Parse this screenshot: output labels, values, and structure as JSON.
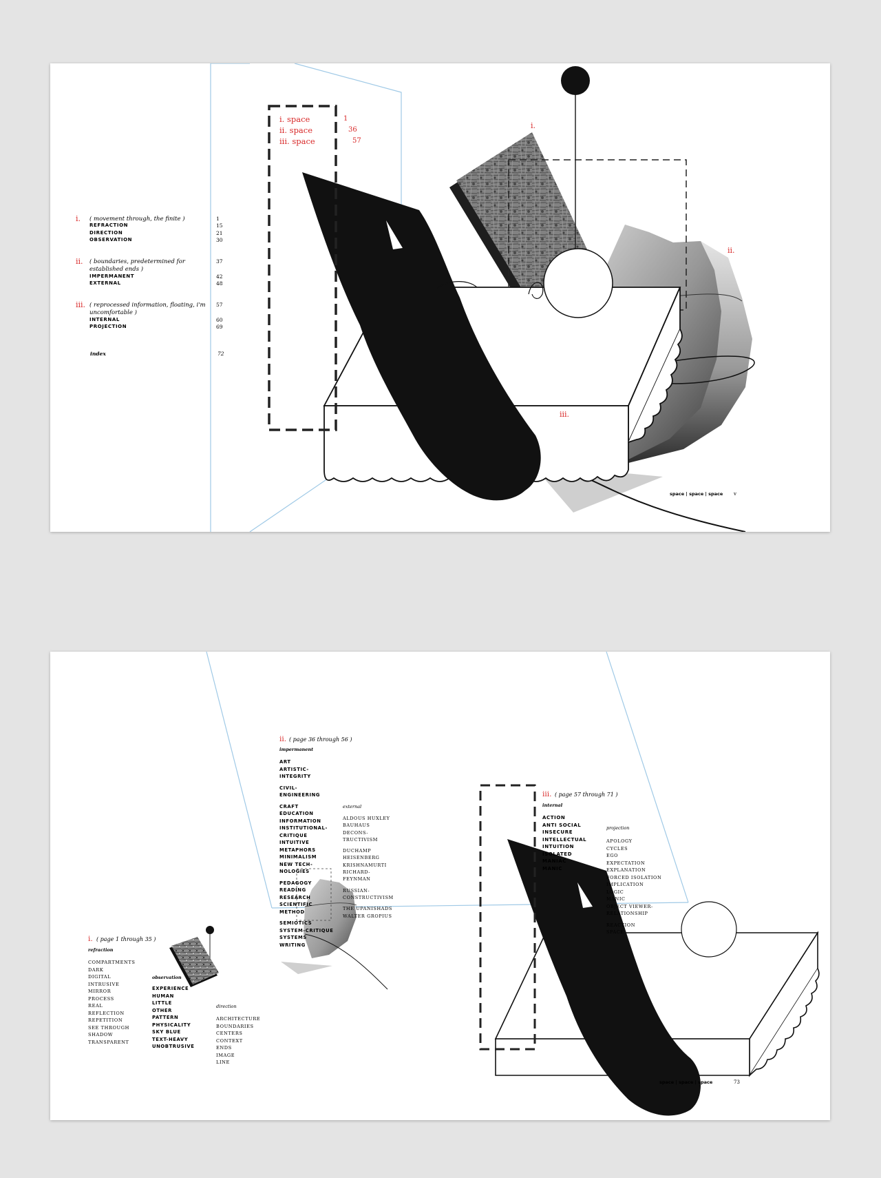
{
  "toc_page": {
    "box": {
      "rows": [
        {
          "label": "i. space",
          "page": "1"
        },
        {
          "label": "ii. space",
          "page": "36"
        },
        {
          "label": "iii. space",
          "page": "57"
        }
      ]
    },
    "sections": [
      {
        "numeral": "i.",
        "description": "( movement through, the finite )",
        "description_line2": "",
        "page": "1",
        "items": [
          {
            "label": "REFRACTION",
            "page": "15"
          },
          {
            "label": "DIRECTION",
            "page": "21"
          },
          {
            "label": "OBSERVATION",
            "page": "30"
          }
        ]
      },
      {
        "numeral": "ii.",
        "description": "( boundaries, predetermined for",
        "description_line2": "established ends )",
        "page": "37",
        "items": [
          {
            "label": "IMPERMANENT",
            "page": "42"
          },
          {
            "label": "EXTERNAL",
            "page": "48"
          }
        ]
      },
      {
        "numeral": "iii.",
        "description": "( reprocessed information, floating, i'm",
        "description_line2": "uncomfortable )",
        "page": "57",
        "items": [
          {
            "label": "INTERNAL",
            "page": "60"
          },
          {
            "label": "PROJECTION",
            "page": "69"
          }
        ]
      }
    ],
    "index": {
      "label": "index",
      "page": "72"
    },
    "art_labels": {
      "one": "i.",
      "two": "ii.",
      "three": "iii."
    },
    "footer": {
      "text": "space | space | space",
      "folio": "v"
    }
  },
  "index_page": {
    "section_i": {
      "numeral": "i.",
      "heading": "( page 1 through 35 )",
      "refraction": {
        "title": "refraction",
        "items": [
          "COMPARTMENTS",
          "DARK",
          "DIGITAL",
          "INTRUSIVE",
          "MIRROR",
          "PROCESS",
          "REAL",
          "REFLECTION",
          "REPETITION",
          "SEE THROUGH",
          "SHADOW",
          "TRANSPARENT"
        ]
      },
      "observation": {
        "title": "observation",
        "items": [
          "EXPERIENCE",
          "HUMAN",
          "LITTLE",
          "OTHER",
          "PATTERN",
          "PHYSICALITY",
          "SKY BLUE",
          "TEXT-HEAVY",
          "UNOBTRUSIVE"
        ]
      },
      "direction": {
        "title": "direction",
        "items": [
          "ARCHITECTURE",
          "BOUNDARIES",
          "CENTERS",
          "CONTEXT",
          "ENDS",
          "IMAGE",
          "LINE"
        ]
      }
    },
    "section_ii": {
      "numeral": "ii.",
      "heading": "( page 36 through 56 )",
      "impermanent": {
        "title": "impermanent",
        "items": [
          "ART",
          "ARTISTIC-",
          "INTEGRITY",
          "",
          "CIVIL-",
          "ENGINEERING",
          "",
          "CRAFT",
          "EDUCATION",
          "INFORMATION",
          "INSTITUTIONAL-",
          "CRITIQUE",
          "INTUITIVE",
          "METAPHORS",
          "MINIMALISM",
          "NEW TECH-",
          "NOLOGIES",
          "",
          "PEDAGOGY",
          "READING",
          "RESEARCH",
          "SCIENTIFIC",
          "METHOD",
          "",
          "SEMIOTICS",
          "SYSTEM-CRITIQUE",
          "SYSTEMS",
          "WRITING"
        ]
      },
      "external": {
        "title": "external",
        "items": [
          "ALDOUS HUXLEY",
          "BAUHAUS",
          "DECONS-",
          "TRUCTIVISM",
          "",
          "DUCHAMP",
          "HEISENBERG",
          "KRISHNAMURTI",
          "RICHARD-",
          "FEYNMAN",
          "",
          "RUSSIAN-",
          "CONSTRUCTIVISM",
          "",
          "THE UPANISHADS",
          "WALTER GROPIUS"
        ]
      }
    },
    "section_iii": {
      "numeral": "iii.",
      "heading": "( page 57 through 71 )",
      "internal": {
        "title": "internal",
        "items": [
          "ACTION",
          "ANTI SOCIAL",
          "INSECURE",
          "INTELLECTUAL",
          "INTUITION",
          "ISOLATED",
          "MANIAC",
          "MANIC"
        ]
      },
      "projection": {
        "title": "projection",
        "items": [
          "APOLOGY",
          "CYCLES",
          "EGO",
          "EXPECTATION",
          "EXPLANATION",
          "FORCED ISOLATION",
          "IMPLICATION",
          "LOGIC",
          "MANIC",
          "OBJECT VIEWER-",
          "RELATIONSHIP",
          "",
          "REACTION",
          "SPACE"
        ]
      }
    },
    "footer": {
      "text": "space | space | space",
      "folio": "73"
    }
  }
}
